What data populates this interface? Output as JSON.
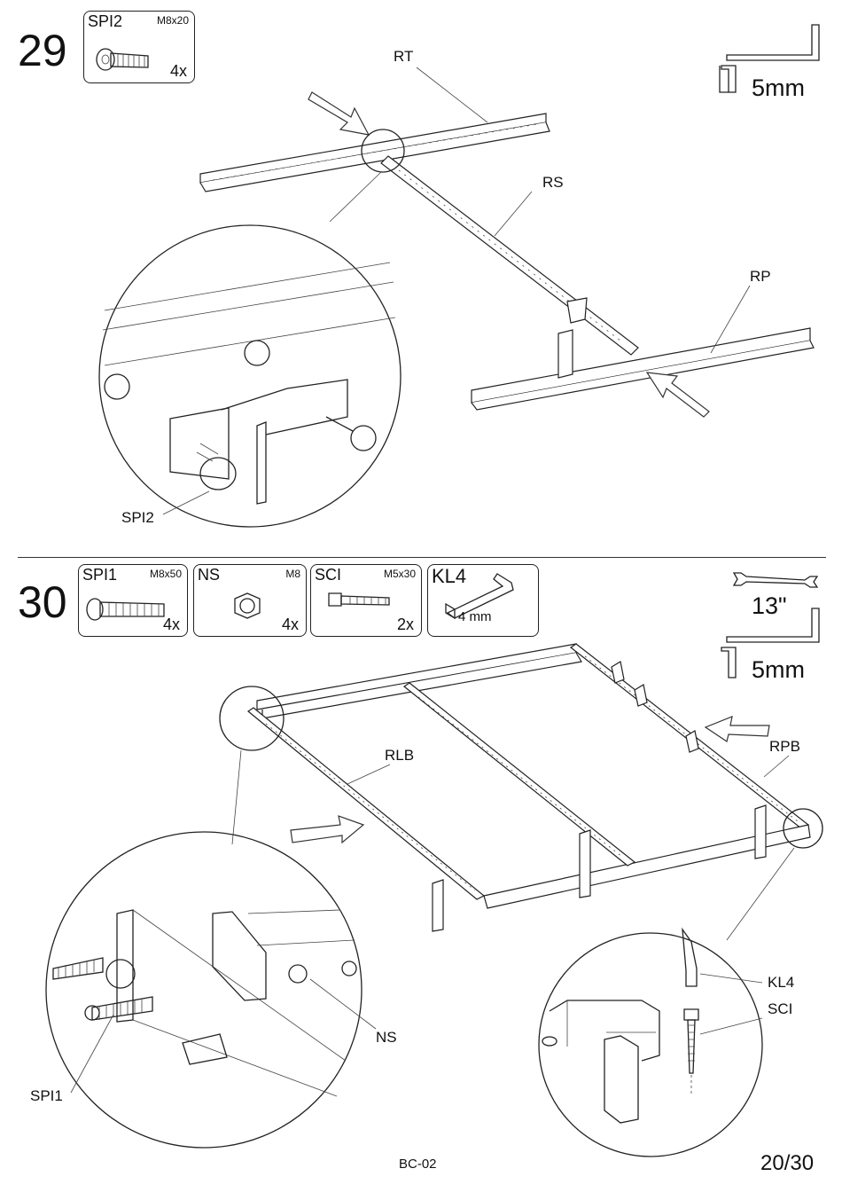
{
  "step29": {
    "number": "29",
    "parts": [
      {
        "code": "SPI2",
        "spec": "M8x20",
        "qty": "4x",
        "icon": "bolt-icon"
      }
    ],
    "tool": {
      "label": "5mm",
      "icon": "allen-key-icon"
    },
    "callouts": {
      "rt": "RT",
      "rs": "RS",
      "rp": "RP",
      "spi2": "SPI2"
    }
  },
  "step30": {
    "number": "30",
    "parts": [
      {
        "code": "SPI1",
        "spec": "M8x50",
        "qty": "4x",
        "icon": "long-bolt-icon"
      },
      {
        "code": "NS",
        "spec": "M8",
        "qty": "4x",
        "icon": "nut-icon"
      },
      {
        "code": "SCI",
        "spec": "M5x30",
        "qty": "2x",
        "icon": "screw-icon"
      },
      {
        "code": "KL4",
        "spec": "4 mm",
        "qty": "",
        "icon": "hex-key-icon"
      }
    ],
    "tools": [
      {
        "label": "13\"",
        "icon": "wrench-icon"
      },
      {
        "label": "5mm",
        "icon": "allen-key-icon"
      }
    ],
    "callouts": {
      "rlb": "RLB",
      "rpb": "RPB",
      "ns": "NS",
      "spi1": "SPI1",
      "kl4": "KL4",
      "sci": "SCI"
    }
  },
  "footer": {
    "doc_code": "BC-02",
    "page": "20/30"
  }
}
